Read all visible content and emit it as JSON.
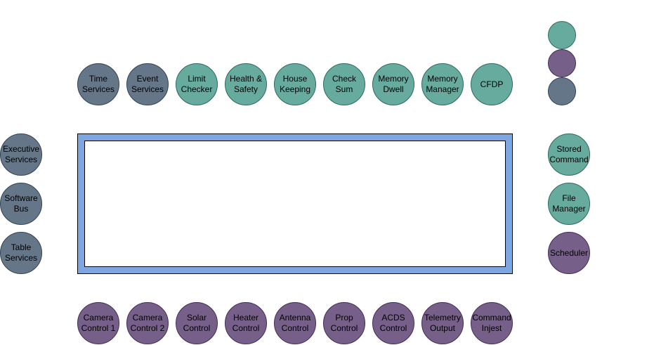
{
  "colors": {
    "core": "#647687",
    "app": "#67AB9F",
    "mission": "#76608A",
    "bus_frame": "#7EA6E0"
  },
  "top_row": [
    {
      "label": "Time\nServices",
      "type": "core"
    },
    {
      "label": "Event\nServices",
      "type": "core"
    },
    {
      "label": "Limit\nChecker",
      "type": "app"
    },
    {
      "label": "Health &\nSafety",
      "type": "app"
    },
    {
      "label": "House\nKeeping",
      "type": "app"
    },
    {
      "label": "Check\nSum",
      "type": "app"
    },
    {
      "label": "Memory\nDwell",
      "type": "app"
    },
    {
      "label": "Memory\nManager",
      "type": "app"
    },
    {
      "label": "CFDP",
      "type": "app"
    }
  ],
  "bottom_row": [
    {
      "label": "Camera\nControl 1",
      "type": "mission"
    },
    {
      "label": "Camera\nControl 2",
      "type": "mission"
    },
    {
      "label": "Solar\nControl",
      "type": "mission"
    },
    {
      "label": "Heater\nControl",
      "type": "mission"
    },
    {
      "label": "Antenna\nControl",
      "type": "mission"
    },
    {
      "label": "Prop\nControl",
      "type": "mission"
    },
    {
      "label": "ACDS\nControl",
      "type": "mission"
    },
    {
      "label": "Telemetry\nOutput",
      "type": "mission"
    },
    {
      "label": "Command\nInjest",
      "type": "mission"
    }
  ],
  "left_column": [
    {
      "label": "Executive\nServices",
      "type": "core"
    },
    {
      "label": "Software\nBus",
      "type": "core"
    },
    {
      "label": "Table\nServices",
      "type": "core"
    }
  ],
  "legend_circles": [
    {
      "type": "app"
    },
    {
      "type": "mission"
    },
    {
      "type": "core"
    }
  ],
  "right_column": [
    {
      "label": "Stored\nCommand",
      "type": "app"
    },
    {
      "label": "File\nManager",
      "type": "app"
    },
    {
      "label": "Scheduler",
      "type": "mission"
    }
  ]
}
